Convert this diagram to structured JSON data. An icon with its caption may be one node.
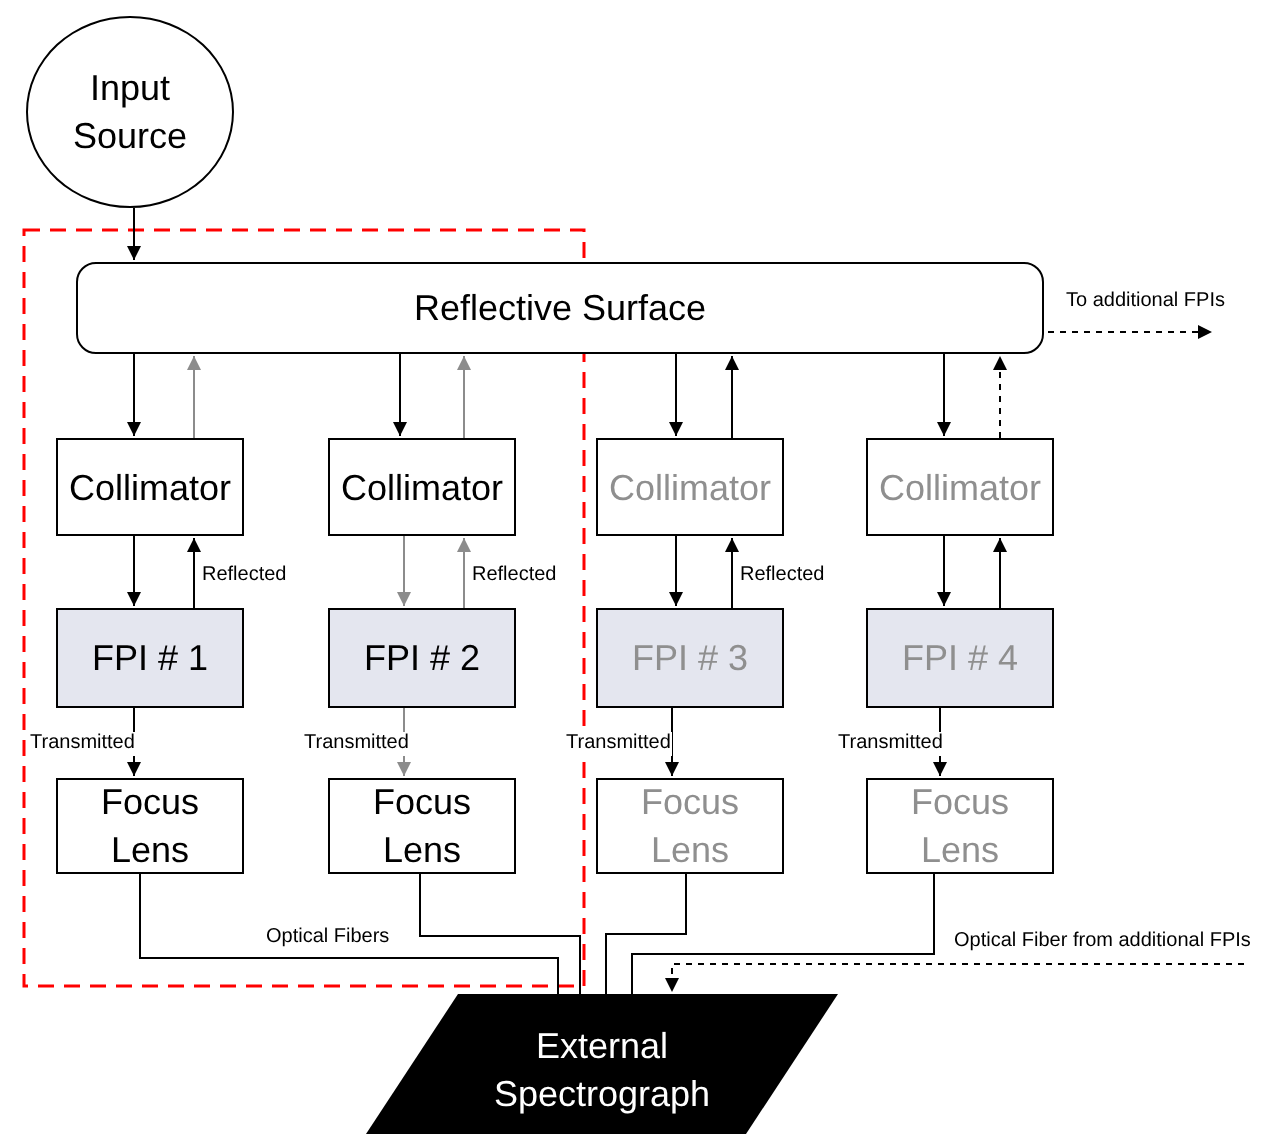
{
  "diagram": {
    "nodes": [
      {
        "text": [
          "Input Source"
        ]
      },
      {
        "text": [
          "Reflective Surface"
        ]
      },
      {
        "text": [
          "Collimator"
        ]
      },
      {
        "text": [
          "Collimator"
        ]
      },
      {
        "text": [
          "Collimator"
        ]
      },
      {
        "text": [
          "Collimator"
        ]
      },
      {
        "text": [
          "FPI # 1"
        ]
      },
      {
        "text": [
          "FPI # 2"
        ]
      },
      {
        "text": [
          "FPI # 3"
        ]
      },
      {
        "text": [
          "FPI # 4"
        ]
      },
      {
        "text": [
          "Focus Lens"
        ]
      },
      {
        "text": [
          "Focus Lens"
        ]
      },
      {
        "text": [
          "Focus Lens"
        ]
      },
      {
        "text": [
          "Focus Lens"
        ]
      },
      {
        "text": [
          "External Spectrograph"
        ]
      }
    ],
    "edges": [
      {
        "from": 0,
        "to": 1,
        "arrow": "to"
      },
      {
        "from": 1,
        "to": 2,
        "arrow": "to"
      },
      {
        "from": 2,
        "to": 1,
        "arrow": "to",
        "color": "#8c8c8c"
      },
      {
        "from": 1,
        "to": 3,
        "arrow": "to"
      },
      {
        "from": 3,
        "to": 1,
        "arrow": "to",
        "color": "#8c8c8c"
      },
      {
        "from": 1,
        "to": 4,
        "arrow": "to"
      },
      {
        "from": 4,
        "to": 1,
        "arrow": "to"
      },
      {
        "from": 1,
        "to": 5,
        "arrow": "to"
      },
      {
        "from": 5,
        "to": 1,
        "arrow": "to",
        "style": "dashed"
      },
      {
        "from": 1,
        "to": null,
        "arrow": "to",
        "style": "dashed",
        "label": "To additional FPIs"
      },
      {
        "from": 2,
        "to": 6,
        "arrow": "to"
      },
      {
        "from": 3,
        "to": 7,
        "arrow": "to",
        "color": "#8c8c8c"
      },
      {
        "from": 4,
        "to": 8,
        "arrow": "to"
      },
      {
        "from": 5,
        "to": 9,
        "arrow": "to"
      },
      {
        "from": 6,
        "to": 2,
        "arrow": "to",
        "label": "Reflected"
      },
      {
        "from": 7,
        "to": 3,
        "arrow": "to",
        "label": "Reflected",
        "color": "#8c8c8c"
      },
      {
        "from": 8,
        "to": 4,
        "arrow": "to",
        "label": "Reflected"
      },
      {
        "from": 9,
        "to": 5,
        "arrow": "to"
      },
      {
        "from": 6,
        "to": 10,
        "arrow": "to",
        "label": "Transmitted"
      },
      {
        "from": 7,
        "to": 11,
        "arrow": "to",
        "label": "Transmitted",
        "color": "#8c8c8c"
      },
      {
        "from": 8,
        "to": 12,
        "arrow": "to",
        "label": "Transmitted"
      },
      {
        "from": 9,
        "to": 13,
        "arrow": "to",
        "label": "Transmitted"
      },
      {
        "from": 10,
        "to": 14,
        "arrow": "none",
        "label": "Optical Fibers"
      },
      {
        "from": 11,
        "to": 14,
        "arrow": "none"
      },
      {
        "from": 12,
        "to": 14,
        "arrow": "none"
      },
      {
        "from": 13,
        "to": 14,
        "arrow": "none"
      },
      {
        "from": null,
        "to": 14,
        "arrow": "to",
        "style": "dashed",
        "label": "Optical Fiber from additional FPIs"
      }
    ]
  }
}
